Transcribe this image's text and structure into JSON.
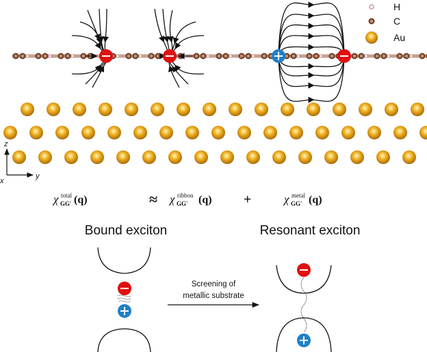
{
  "legend": [
    {
      "symbol": "H",
      "color": "#e8b8c0"
    },
    {
      "symbol": "C",
      "color": "#6b3a22"
    },
    {
      "symbol": "Au",
      "color": "#e0a020"
    }
  ],
  "axes": {
    "z": "z",
    "y": "y",
    "x": "x"
  },
  "charges": {
    "negative": "−",
    "positive": "+"
  },
  "formula": {
    "chi": "χ",
    "sub": "GG′",
    "arg": "(q)",
    "total": "total",
    "approx": "≈",
    "ribbon": "ribbon",
    "plus": "+",
    "metal": "metal"
  },
  "labels": {
    "bound": "Bound exciton",
    "resonant": "Resonant exciton",
    "arrow_line1": "Screening of",
    "arrow_line2": "metallic substrate"
  },
  "colors": {
    "electron": "#e01010",
    "hole": "#2080c8",
    "gold": "#e0a020",
    "ribbon": "#b08070"
  }
}
